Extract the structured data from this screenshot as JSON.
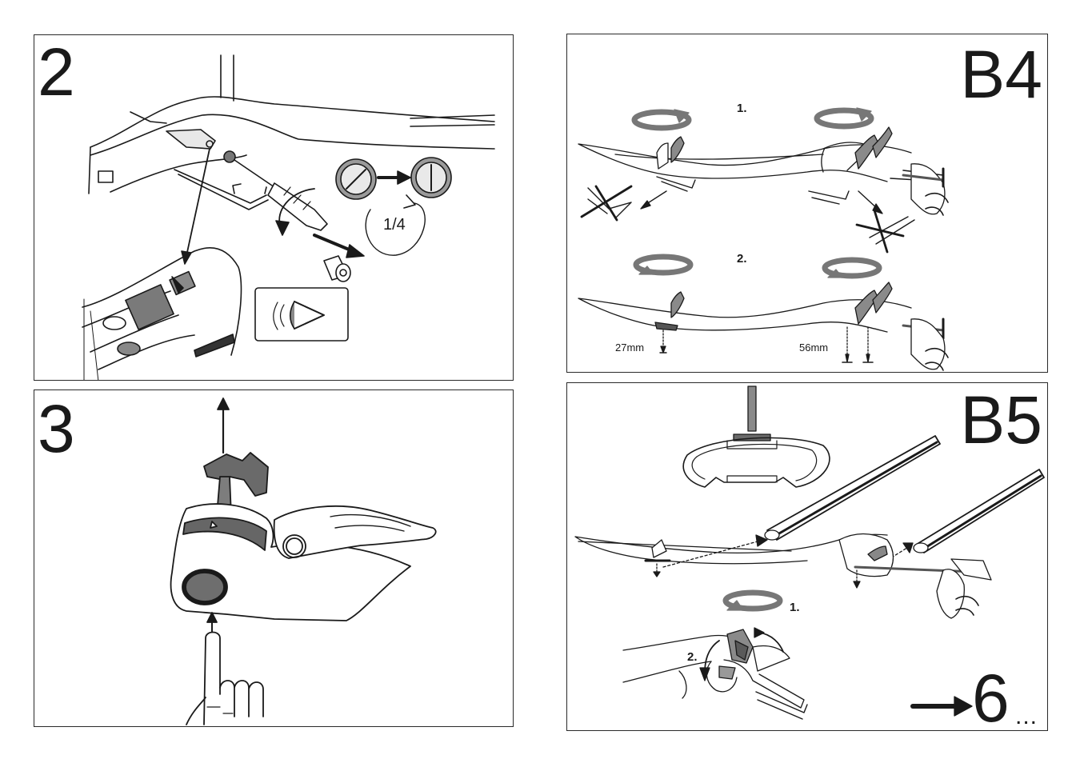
{
  "panels": {
    "p2": {
      "step": "2",
      "turn_label": "1/4",
      "icons": [
        "screwdriver-icon",
        "slot-horizontal-icon",
        "slot-vertical-icon",
        "eye-icon",
        "lock-cylinder-icon"
      ]
    },
    "p3": {
      "step": "3",
      "icons": [
        "pointing-hand-icon",
        "up-arrow-icon"
      ]
    },
    "b4": {
      "step": "B4",
      "step1": "1.",
      "step2": "2.",
      "dim_left": "27mm",
      "dim_right": "56mm",
      "icons": [
        "rotate-cw-icon",
        "rotate-ccw-icon",
        "cross-out-icon"
      ]
    },
    "b5": {
      "step": "B5",
      "step1": "1.",
      "step2": "2.",
      "next_step": "6",
      "next_suffix": "...",
      "icons": [
        "rotate-icon",
        "t-bolt-icon",
        "right-arrow-icon"
      ]
    }
  },
  "colors": {
    "line": "#1a1a1a",
    "gray": "#6e6e6e",
    "light_gray": "#9a9a9a",
    "dark": "#555555"
  }
}
